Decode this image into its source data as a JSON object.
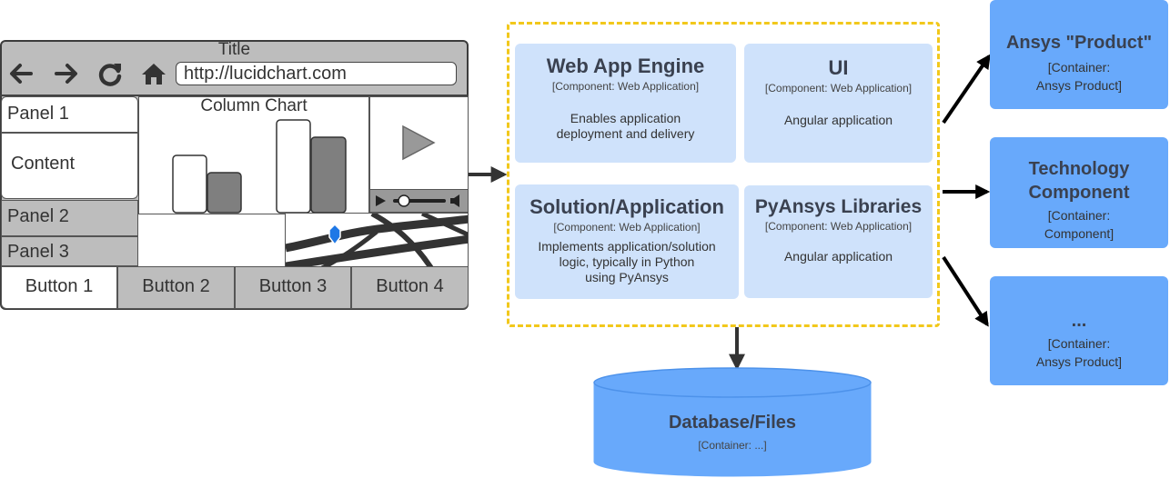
{
  "wireframe": {
    "title": "Title",
    "url": "http://lucidchart.com",
    "panels": {
      "panel1": "Panel 1",
      "content": "Content",
      "panel2": "Panel 2",
      "panel3": "Panel 3"
    },
    "chart_title": "Column Chart",
    "buttons": [
      "Button 1",
      "Button 2",
      "Button 3",
      "Button 4"
    ],
    "icons": [
      "back-arrow-icon",
      "forward-arrow-icon",
      "refresh-icon",
      "home-icon",
      "play-icon",
      "speaker-icon",
      "map-pin-icon"
    ]
  },
  "components": [
    {
      "name": "Web App Engine",
      "tag": "[Component: Web Application]",
      "desc1": "Enables application",
      "desc2": "deployment and delivery",
      "desc3": ""
    },
    {
      "name": "UI",
      "tag": "[Component: Web Application]",
      "desc1": "Angular application",
      "desc2": "",
      "desc3": ""
    },
    {
      "name": "Solution/Application",
      "tag": "[Component: Web Application]",
      "desc1": "Implements application/solution",
      "desc2": "logic, typically in Python",
      "desc3": "using PyAnsys"
    },
    {
      "name": "PyAnsys Libraries",
      "tag": "[Component: Web Application]",
      "desc1": "Angular application",
      "desc2": "",
      "desc3": ""
    }
  ],
  "containers": [
    {
      "name": "Ansys \"Product\"",
      "name2": "",
      "tag1": "[Container:",
      "tag2": "Ansys Product]"
    },
    {
      "name": "Technology",
      "name2": "Component",
      "tag1": "[Container:",
      "tag2": "Component]"
    },
    {
      "name": "...",
      "name2": "",
      "tag1": "[Container:",
      "tag2": "Ansys Product]"
    }
  ],
  "database": {
    "name": "Database/Files",
    "tag": "[Container: ...]"
  },
  "colors": {
    "container_fill": "#68a9fb",
    "component_fill": "#cfe2fb",
    "boundary": "#f2c81b",
    "arrow": "#333333"
  }
}
